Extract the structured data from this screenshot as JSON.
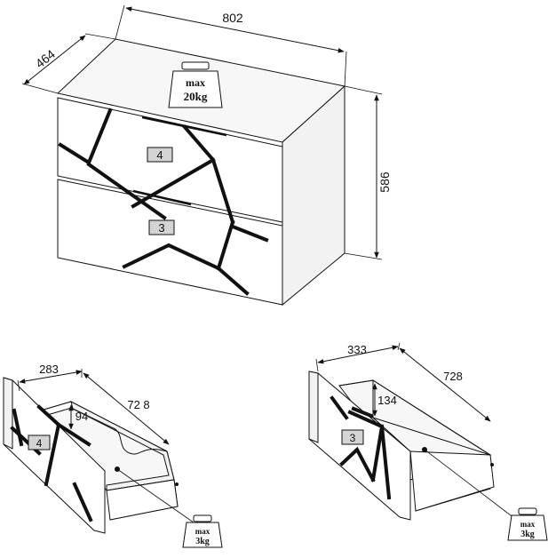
{
  "cabinet": {
    "width": "802",
    "depth": "464",
    "height": "586",
    "weight_line1": "max",
    "weight_line2": "20kg",
    "top_drawer_number": "4",
    "bottom_drawer_number": "3"
  },
  "drawer_left": {
    "number": "4",
    "width": "283",
    "depth": "72 8",
    "height": "94",
    "weight_line1": "max",
    "weight_line2": "3kg"
  },
  "drawer_right": {
    "number": "3",
    "width": "333",
    "depth": "728",
    "height": "134",
    "weight_line1": "max",
    "weight_line2": "3kg"
  }
}
